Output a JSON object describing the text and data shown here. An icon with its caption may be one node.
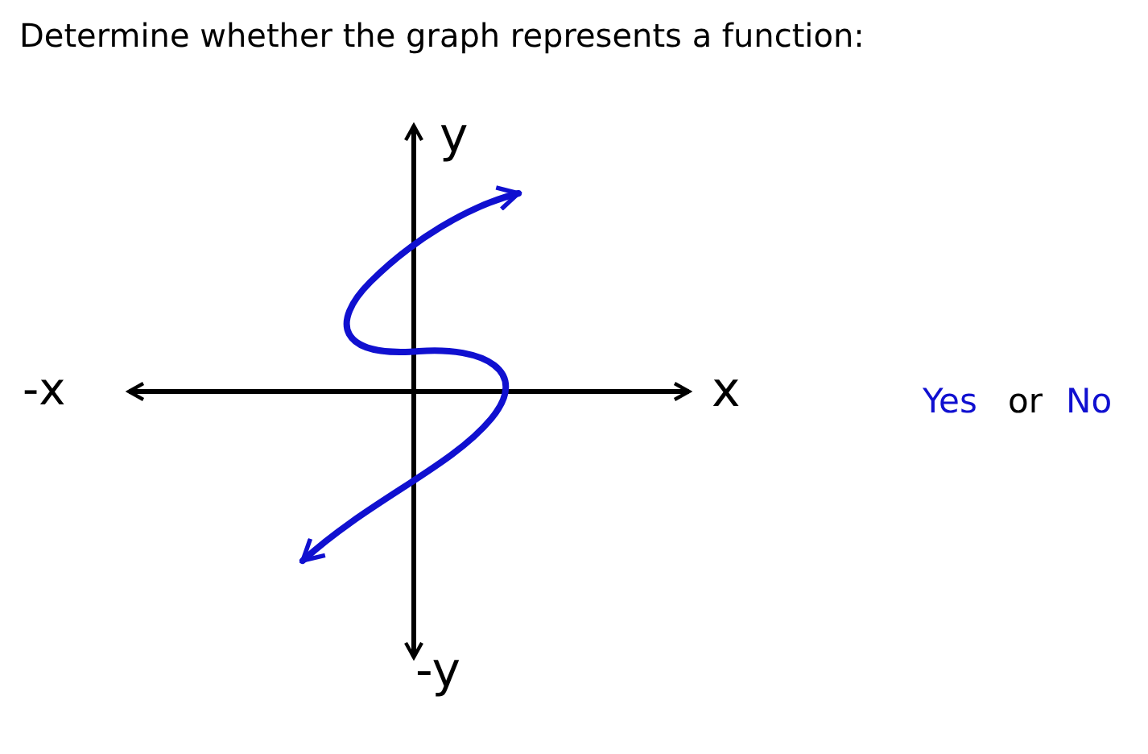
{
  "diagram": {
    "title": "Determine whether the graph represents a function:",
    "labels": [
      "y",
      "-x",
      "x",
      "-y",
      "Yes",
      "or",
      "No"
    ]
  }
}
